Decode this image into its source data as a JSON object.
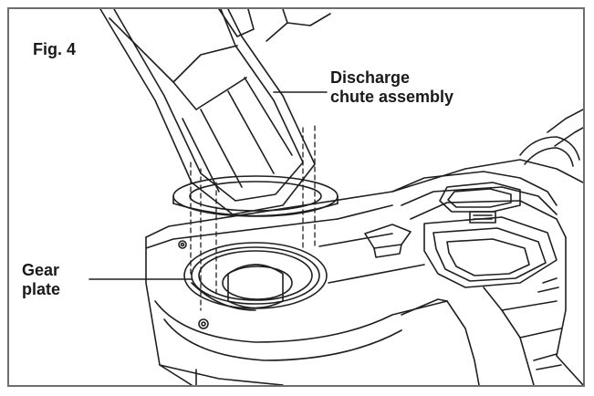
{
  "figure": {
    "label": "Fig. 4"
  },
  "callouts": {
    "chute": {
      "line1": "Discharge",
      "line2": "chute assembly"
    },
    "gear_plate": {
      "line1": "Gear",
      "line2": "plate"
    }
  },
  "colors": {
    "frame": "#6e6e6e",
    "linework": "#1f1f1f",
    "background": "#ffffff"
  }
}
